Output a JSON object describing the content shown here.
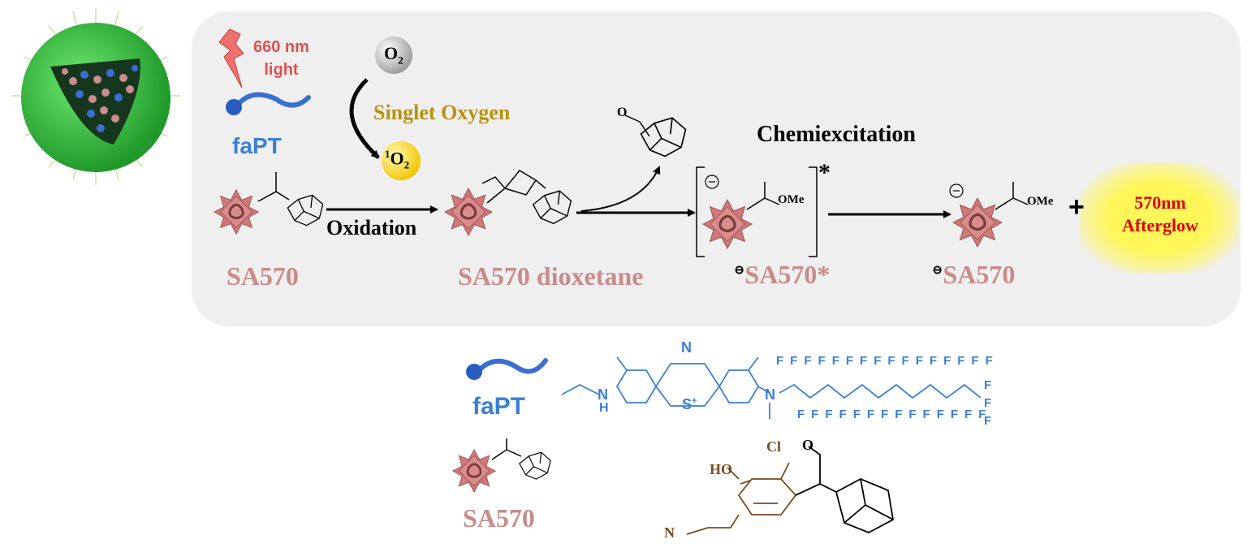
{
  "light": {
    "line1": "660 nm",
    "line2": "light"
  },
  "fapt_label": "faPT",
  "o2": {
    "base": "O",
    "sub": "2"
  },
  "singlet_o2": {
    "sup": "1",
    "base": "O",
    "sub": "2"
  },
  "singlet_oxygen_label": "Singlet Oxygen",
  "oxidation_label": "Oxidation",
  "chemiexcitation_label": "Chemiexcitation",
  "sa570_label": "SA570",
  "dioxetane_label": "SA570 dioxetane",
  "excited_label": "SA570*",
  "anion_label": "SA570",
  "minus_sign": "⊖",
  "star": "*",
  "plus_sign": "+",
  "afterglow": {
    "line1": "570nm",
    "line2": "Afterglow"
  },
  "ome": "OMe",
  "o_atom": "O",
  "legend": {
    "fapt_label": "faPT",
    "sa570_label": "SA570",
    "n_atom": "N",
    "s_plus": "S",
    "plus": "+",
    "nh": "N",
    "h": "H",
    "f": "F",
    "ho": "HO",
    "cl": "Cl",
    "nitrile_n": "N"
  },
  "colors": {
    "sa570": "#c98b8b",
    "fapt": "#3a7fd6",
    "singlet": "#b8920e",
    "afterglow": "#e00000",
    "brown": "#7a4a1e",
    "light": "#e05050"
  }
}
